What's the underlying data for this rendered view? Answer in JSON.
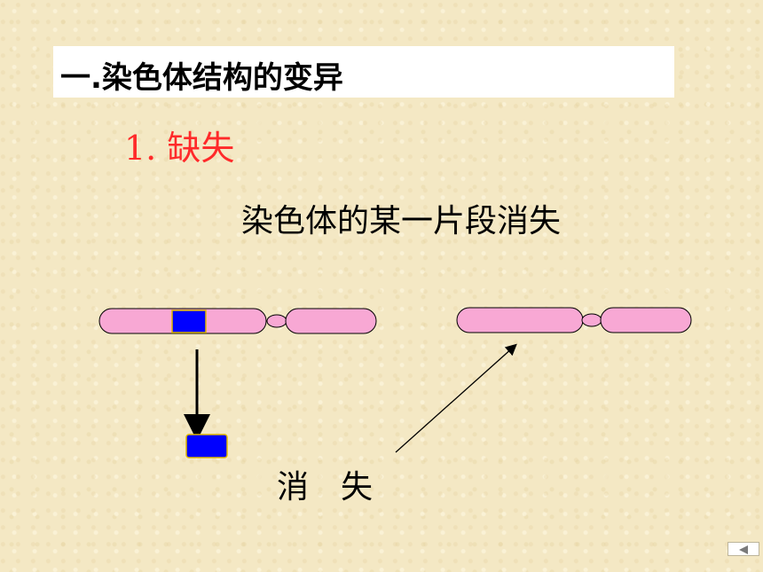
{
  "title": "一.染色体结构的变异",
  "subtitle": "1. 缺失",
  "description": "染色体的某一片段消失",
  "vanish_label": "消　失",
  "colors": {
    "chromosome_fill": "#f8a8d4",
    "segment_fill": "#0000ff",
    "segment_border": "#e0b800",
    "subtitle": "#ff2a2a"
  },
  "icons": {
    "nav": "triangle-left-icon"
  }
}
